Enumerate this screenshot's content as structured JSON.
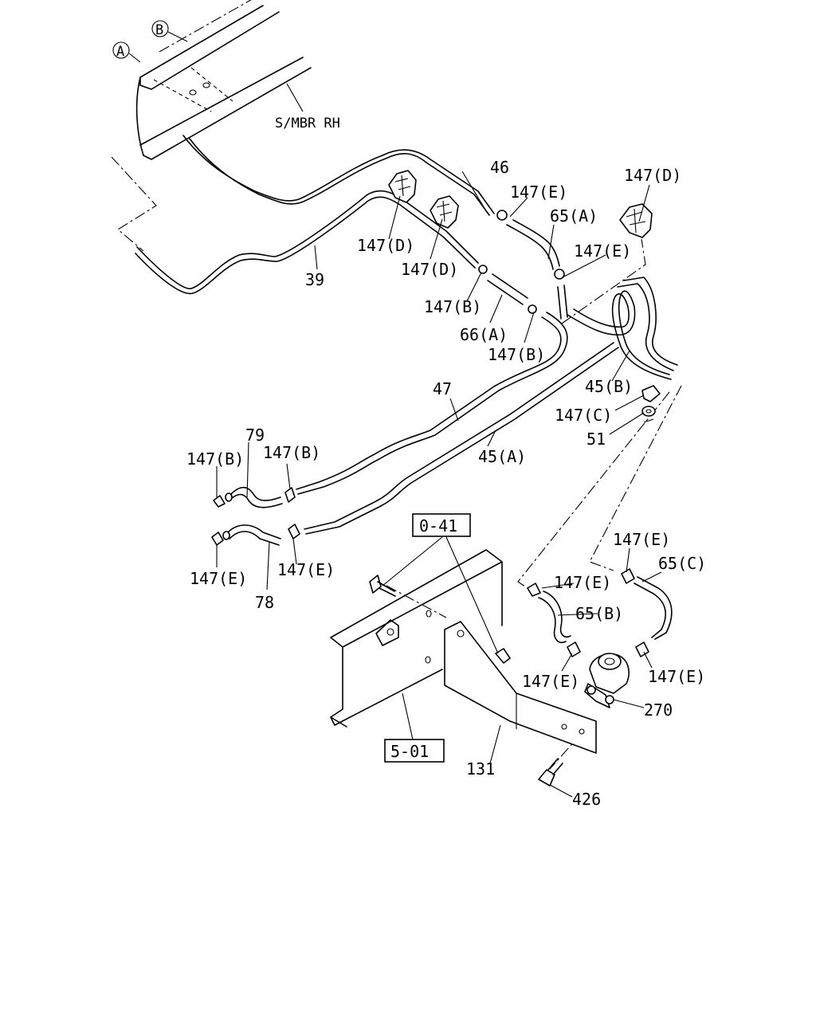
{
  "diagram": {
    "circle_refs": {
      "a": "A",
      "b": "B"
    },
    "ref_boxes": {
      "frame_ref": "0-41",
      "crossmember_ref": "5-01"
    },
    "labels": {
      "side_member": "S/MBR RH",
      "p46": "46",
      "p147e_1": "147(E)",
      "p65a": "65(A)",
      "p147d_1": "147(D)",
      "p147d_2": "147(D)",
      "p147d_3": "147(D)",
      "p147e_2": "147(E)",
      "p39": "39",
      "p147b_1": "147(B)",
      "p66a": "66(A)",
      "p147b_2": "147(B)",
      "p45b": "45(B)",
      "p147c": "147(C)",
      "p51": "51",
      "p47": "47",
      "p45a": "45(A)",
      "p79": "79",
      "p147b_3": "147(B)",
      "p147b_4": "147(B)",
      "p147e_3": "147(E)",
      "p147e_4": "147(E)",
      "p78": "78",
      "p147e_5": "147(E)",
      "p65c": "65(C)",
      "p147e_6": "147(E)",
      "p65b": "65(B)",
      "p147e_7": "147(E)",
      "p147e_8": "147(E)",
      "p270": "270",
      "p131": "131",
      "p426": "426"
    }
  }
}
